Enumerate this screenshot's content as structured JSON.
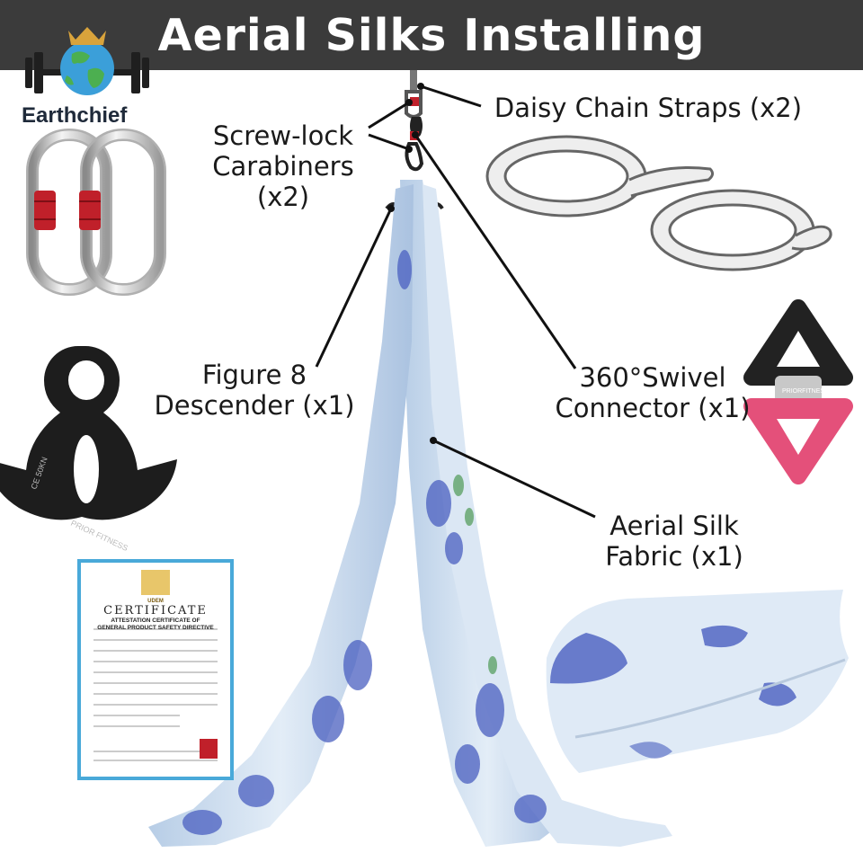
{
  "header": {
    "title": "Aerial Silks Installing"
  },
  "brand": {
    "name": "Earthchief"
  },
  "labels": {
    "carabiners": {
      "line1": "Screw-lock",
      "line2": "Carabiners (x2)"
    },
    "daisy": {
      "line1": "Daisy Chain Straps (x2)"
    },
    "figure8": {
      "line1": "Figure 8",
      "line2": "Descender (x1)"
    },
    "swivel": {
      "line1": "360°Swivel",
      "line2": "Connector (x1)"
    },
    "fabric": {
      "line1": "Aerial Silk",
      "line2": "Fabric (x1)"
    }
  },
  "certificate": {
    "seal": "UDEM",
    "title": "CERTIFICATE",
    "subtitle1": "ATTESTATION CERTIFICATE OF",
    "subtitle2": "GENERAL PRODUCT SAFETY DIRECTIVE"
  },
  "product_marks": {
    "swivel_brand": "PRIORFITNESS",
    "figure8_brand": "PRIOR FITNESS",
    "figure8_rating": "CE 50KN"
  },
  "colors": {
    "header_bg": "#3b3b3b",
    "silk_blue": "#c9dcef",
    "flower_blue": "#4a5fc0",
    "lock_red": "#c0202a",
    "swivel_pink": "#e4507a",
    "cert_border": "#49a9d9"
  }
}
